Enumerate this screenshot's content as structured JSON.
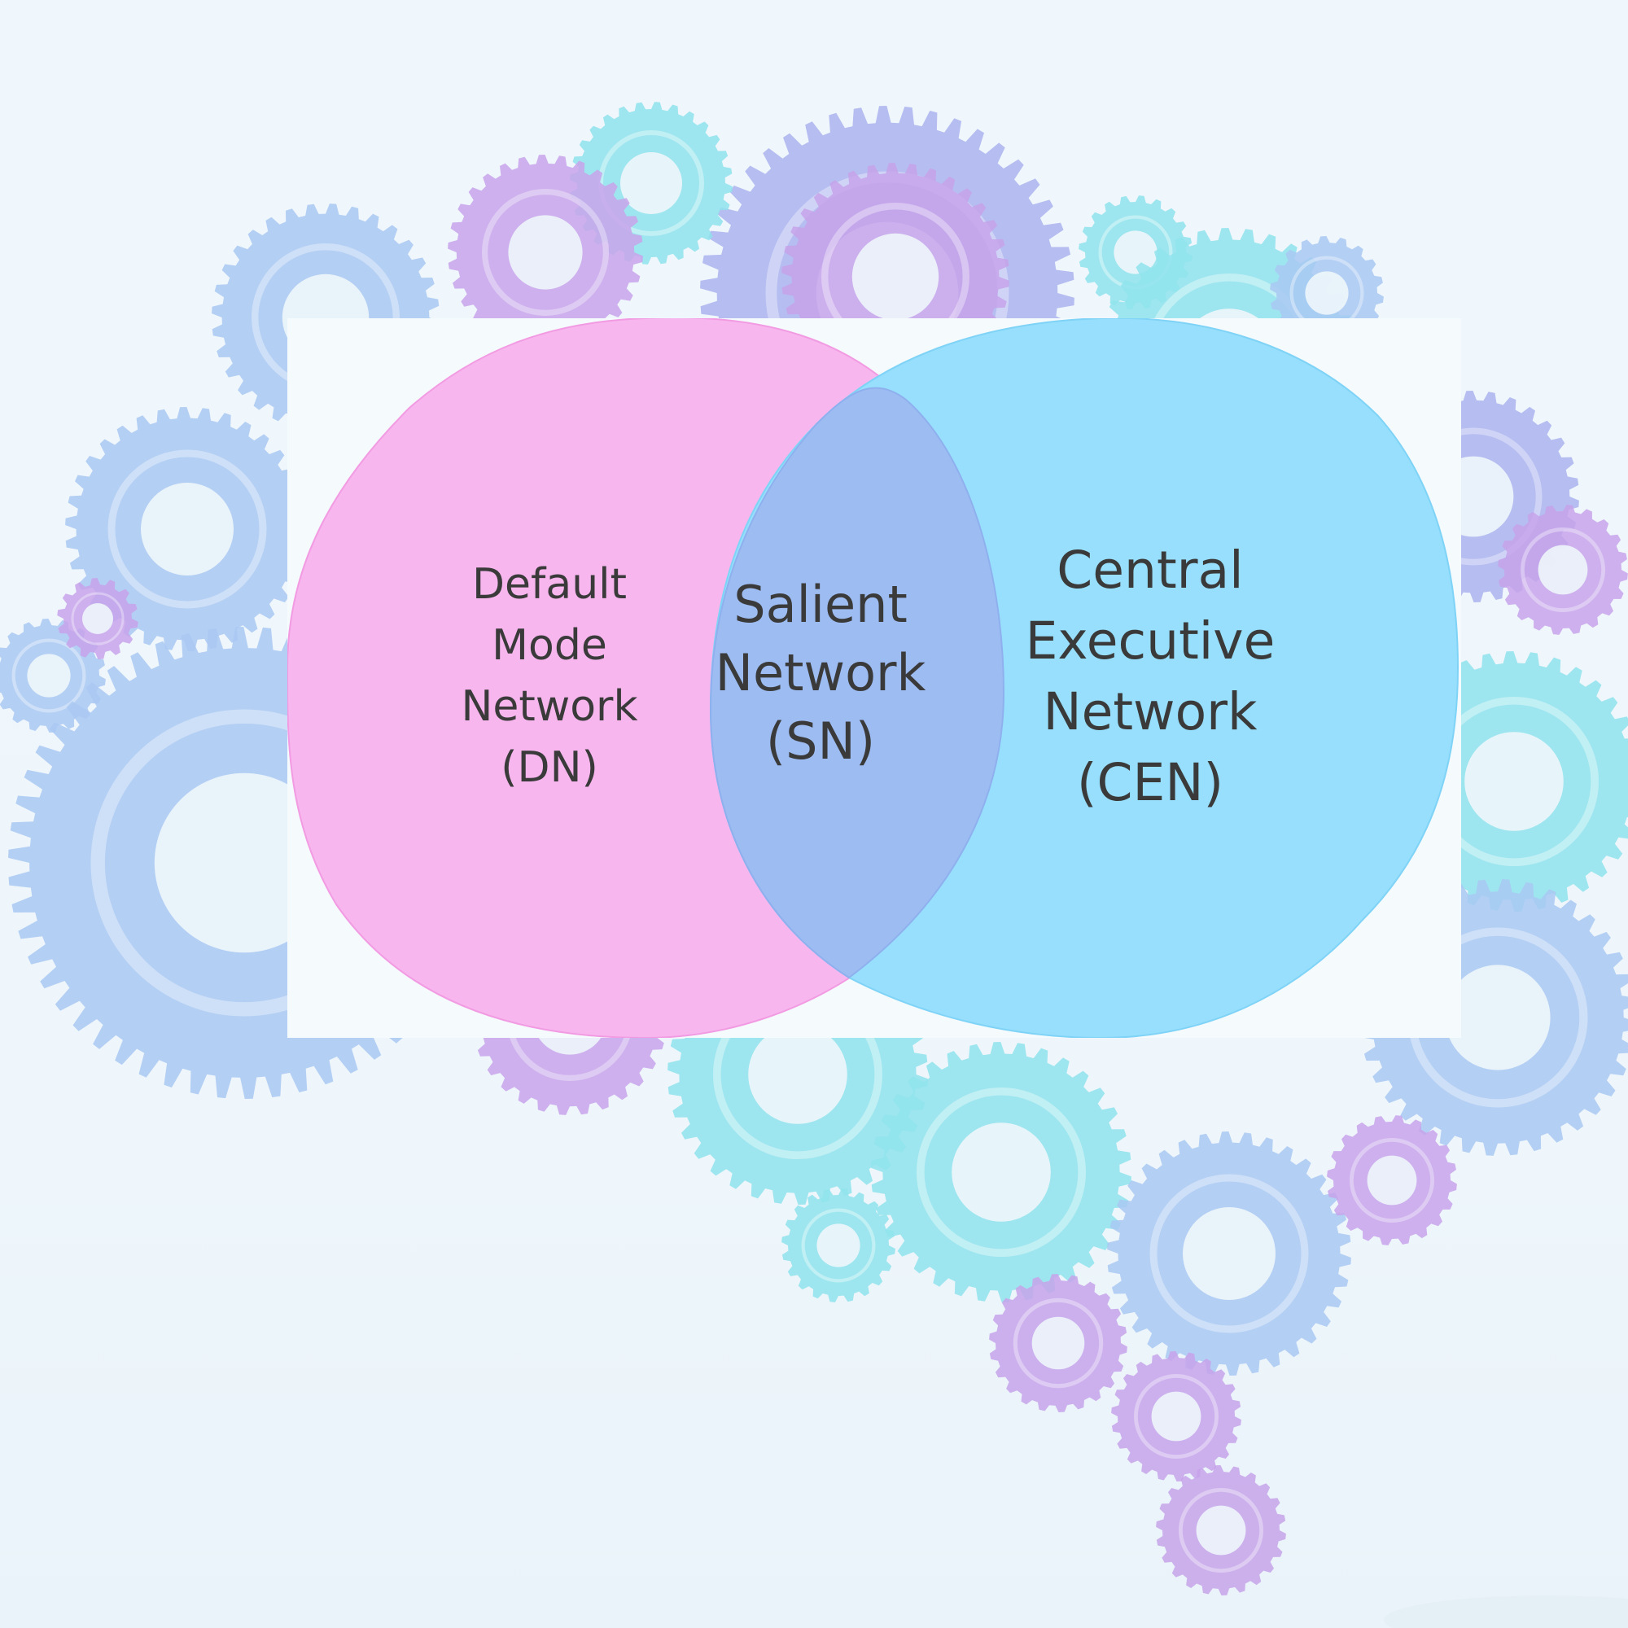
{
  "background": {
    "illustration": "brain-of-gears-icon",
    "colors": {
      "page": "#eef6fb",
      "gear_blue": "#a9c8f2",
      "gear_purple": "#c7a3ea",
      "gear_teal": "#8fe3ec",
      "gear_lavender": "#aab3ee"
    }
  },
  "card": {
    "background": "#f5fafd"
  },
  "venn": {
    "left": {
      "fill": "#f7b7ee",
      "label_lines": [
        "Default",
        "Mode",
        "Network",
        "(DN)"
      ]
    },
    "right": {
      "fill": "#97dffc",
      "label_lines": [
        "Central",
        "Executive",
        "Network",
        "(CEN)"
      ]
    },
    "overlap": {
      "fill": "#9dbcf2",
      "label_lines": [
        "Salient",
        "Network",
        "(SN)"
      ]
    }
  }
}
